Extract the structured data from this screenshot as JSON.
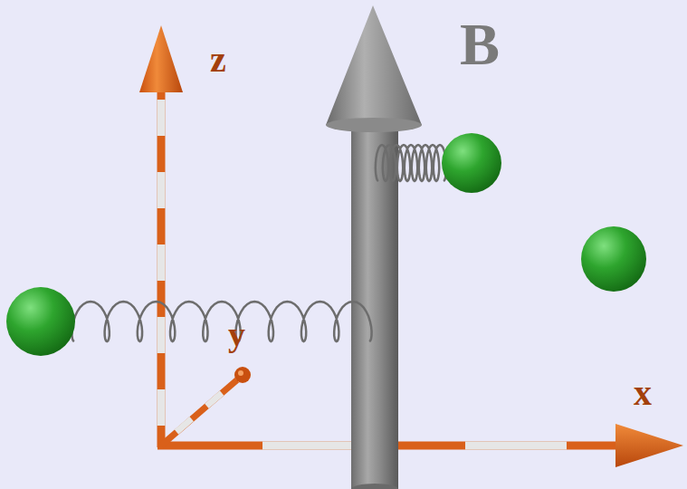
{
  "diagram": {
    "labels": [
      "z",
      "y",
      "x",
      "B"
    ]
  }
}
